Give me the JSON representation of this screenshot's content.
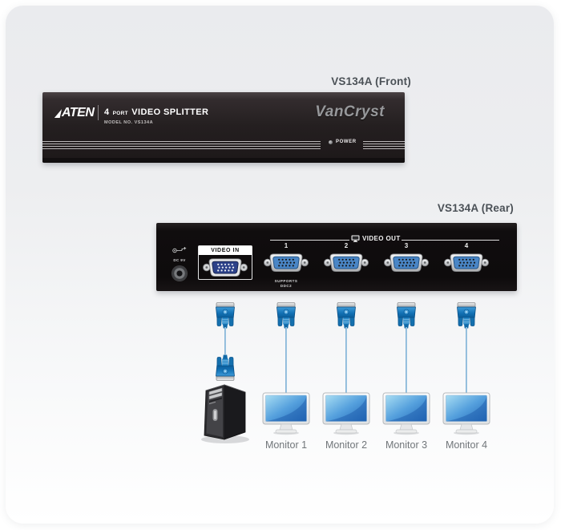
{
  "front": {
    "caption": "VS134A (Front)",
    "brand": "ATEN",
    "title_num": "4",
    "title_port": "PORT",
    "title_rest": "VIDEO SPLITTER",
    "model": "MODEL NO. VS134A",
    "logo": "VanCryst",
    "power": "POWER"
  },
  "rear": {
    "caption": "VS134A (Rear)",
    "dc": "DC 9V",
    "video_in": "VIDEO IN",
    "video_out": "VIDEO OUT",
    "ports": [
      "1",
      "2",
      "3",
      "4"
    ],
    "supports1": "SUPPORTS",
    "supports2": "DDC2"
  },
  "monitors": [
    {
      "label": "Monitor 1"
    },
    {
      "label": "Monitor 2"
    },
    {
      "label": "Monitor 3"
    },
    {
      "label": "Monitor 4"
    }
  ],
  "colors": {
    "panel_black": "#0e0b0c",
    "front_panel_dark": "#241f20",
    "vga_out_blue": "#4a86c6",
    "vga_in_navy": "#2c4189",
    "plug_blue": "#1271b4",
    "cable_blue": "#8db9da",
    "caption_text": "#4b5157",
    "monitor_label_text": "#71767a",
    "canvas_top": "#eaebee",
    "canvas_bottom": "#ffffff"
  }
}
